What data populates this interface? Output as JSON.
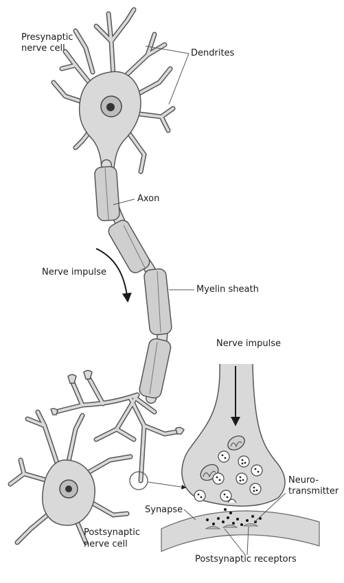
{
  "labels": {
    "presynaptic_line1": "Presynaptic",
    "presynaptic_line2": "nerve cell",
    "dendrites": "Dendrites",
    "axon": "Axon",
    "nerve_impulse_left": "Nerve impulse",
    "myelin_sheath": "Myelin sheath",
    "nerve_impulse_inset": "Nerve impulse",
    "neurotransmitter_line1": "Neuro-",
    "neurotransmitter_line2": "transmitter",
    "synapse": "Synapse",
    "postsynaptic_line1": "Postsynaptic",
    "postsynaptic_line2": "nerve cell",
    "postsynaptic_receptors": "Postsynaptic receptors"
  },
  "colors": {
    "cell_fill": "#d9d9d9",
    "sheath_fill": "#cfcfcf",
    "outline": "#555555",
    "ink": "#1a1a1a",
    "nucleus": "#333333"
  }
}
